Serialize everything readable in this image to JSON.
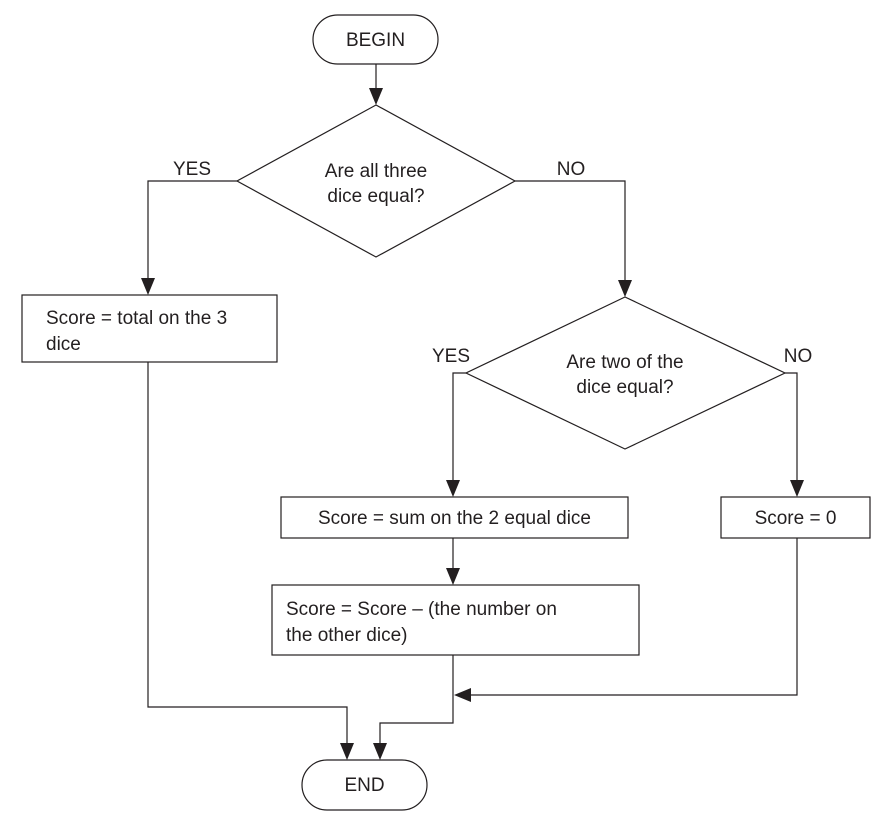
{
  "diagram": {
    "begin": "BEGIN",
    "end": "END",
    "decision_all_equal": {
      "line1": "Are all three",
      "line2": "dice equal?",
      "yes": "YES",
      "no": "NO"
    },
    "score_total": {
      "line1": "Score = total on the 3",
      "line2": "dice"
    },
    "decision_two_equal": {
      "line1": "Are two of the",
      "line2": "dice equal?",
      "yes": "YES",
      "no": "NO"
    },
    "score_sum_two": "Score = sum on the 2 equal dice",
    "score_zero": "Score = 0",
    "score_minus": {
      "line1": "Score = Score – (the number on",
      "line2": "the other dice)"
    }
  }
}
